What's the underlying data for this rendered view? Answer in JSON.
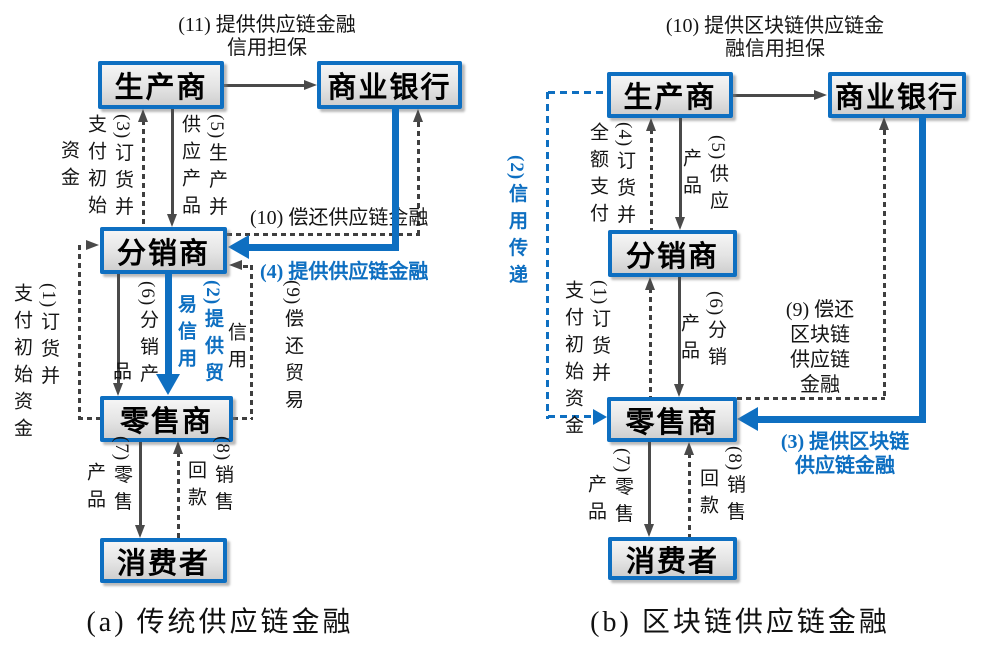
{
  "colors": {
    "accent_blue": "#0e6fc1",
    "line_gray": "#4a4a4a",
    "dash_gray": "#3f3f3f"
  },
  "panel_a": {
    "caption": "(a) 传统供应链金融",
    "nodes": {
      "producer": "生产商",
      "bank": "商业银行",
      "distributor": "分销商",
      "retailer": "零售商",
      "consumer": "消费者"
    },
    "labels": {
      "guarantee": {
        "lines": [
          "(11) 提供供应链金融",
          "信用担保"
        ]
      },
      "e3": {
        "num": "(3)",
        "cols": [
          "订货并",
          "支付初始",
          "资金"
        ]
      },
      "e5": {
        "num": "(5)",
        "cols": [
          "生产并",
          "供应产品"
        ]
      },
      "e10": {
        "text": "(10) 偿还供应链金融"
      },
      "e4": {
        "text": "(4) 提供供应链金融"
      },
      "e1": {
        "num": "(1)",
        "cols": [
          "订货并",
          "支付初始资金"
        ]
      },
      "e6": {
        "num": "(6)",
        "cols": [
          "分销产",
          "品"
        ]
      },
      "e2": {
        "num": "(2)",
        "cols": [
          "提供贸",
          "易信用"
        ]
      },
      "e9": {
        "num": "(9)",
        "cols": [
          "偿还贸易",
          "信用"
        ]
      },
      "e7": {
        "num": "(7)",
        "cols": [
          "零售",
          "产品"
        ]
      },
      "e8": {
        "num": "(8)",
        "cols": [
          "销售",
          "回款"
        ]
      }
    }
  },
  "panel_b": {
    "caption": "(b) 区块链供应链金融",
    "nodes": {
      "producer": "生产商",
      "bank": "商业银行",
      "distributor": "分销商",
      "retailer": "零售商",
      "consumer": "消费者"
    },
    "labels": {
      "guarantee": {
        "lines": [
          "(10) 提供区块链供应链金",
          "融信用担保"
        ]
      },
      "e2": {
        "num": "(2)",
        "cols": [
          "信用传递"
        ]
      },
      "e4": {
        "num": "(4)",
        "cols": [
          "订货并",
          "全额支付"
        ]
      },
      "e5": {
        "num": "(5)",
        "cols": [
          "供应",
          "产品"
        ]
      },
      "e1": {
        "num": "(1)",
        "cols": [
          "订货并",
          "支付初始资金"
        ]
      },
      "e6": {
        "num": "(6)",
        "cols": [
          "分销",
          "产品"
        ]
      },
      "e9": {
        "lines": [
          "(9) 偿还",
          "区块链",
          "供应链",
          "金融"
        ]
      },
      "e3": {
        "lines": [
          "(3) 提供区块链",
          "供应链金融"
        ]
      },
      "e7": {
        "num": "(7)",
        "cols": [
          "零售",
          "产品"
        ]
      },
      "e8": {
        "num": "(8)",
        "cols": [
          "销售",
          "回款"
        ]
      }
    }
  }
}
